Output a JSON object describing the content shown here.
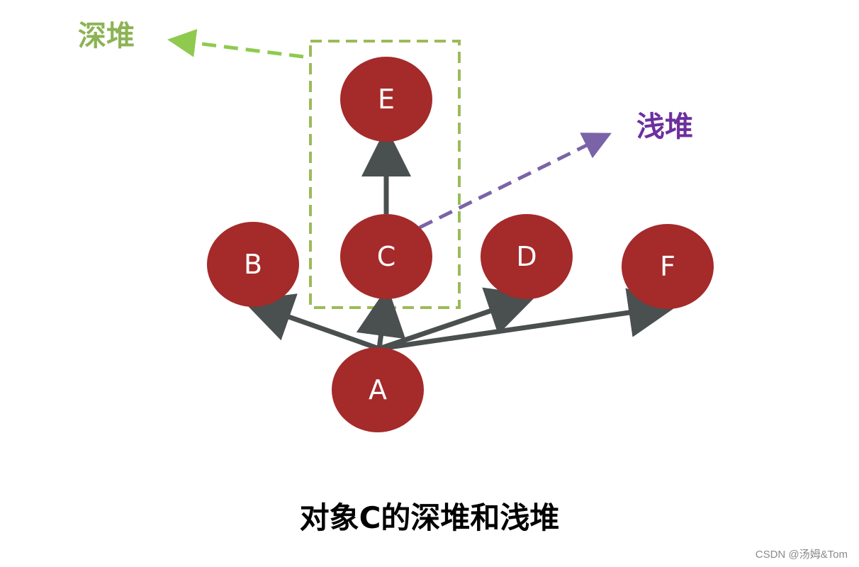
{
  "nodes": {
    "A": {
      "label": "A"
    },
    "B": {
      "label": "B"
    },
    "C": {
      "label": "C"
    },
    "D": {
      "label": "D"
    },
    "E": {
      "label": "E"
    },
    "F": {
      "label": "F"
    }
  },
  "labels": {
    "deep_heap": "深堆",
    "shallow_heap": "浅堆"
  },
  "caption": "对象C的深堆和浅堆",
  "watermark": "CSDN @汤姆&Tom",
  "colors": {
    "node_fill": "#a52a2a",
    "arrow": "#4a4f4f",
    "deep_heap": "#8db355",
    "deep_heap_arrow": "#8fca4f",
    "shallow_heap": "#6e2f9e",
    "shallow_heap_arrow": "#7b63a8"
  }
}
